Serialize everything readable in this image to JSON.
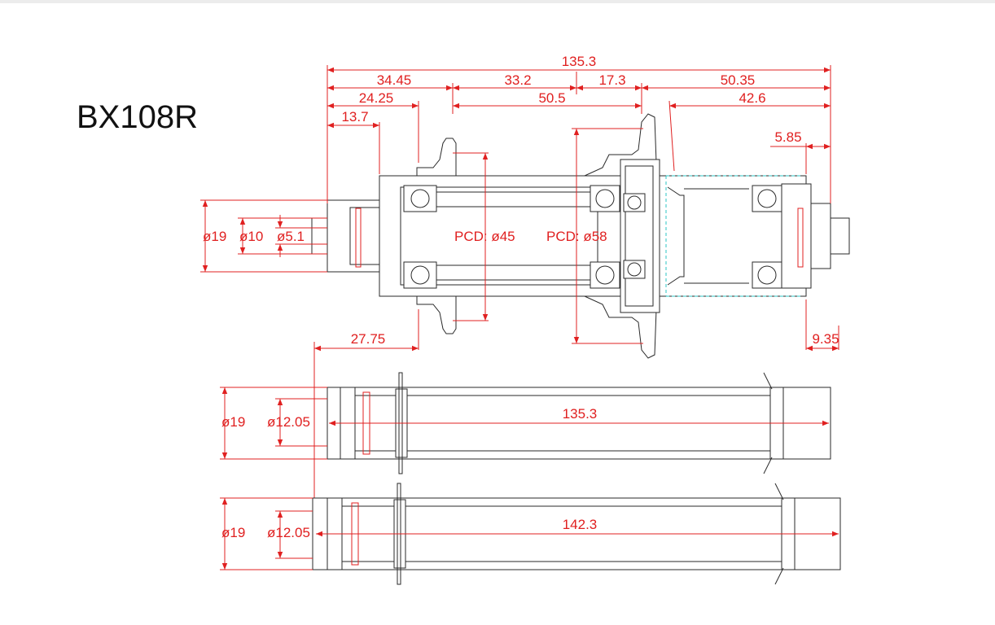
{
  "title": "BX108R",
  "colors": {
    "dimension": "#e02020",
    "outline": "#2a2a2a",
    "highlight": "#2ec4c4"
  },
  "hub": {
    "overall": "135.3",
    "top_row": [
      "34.45",
      "33.2",
      "17.3",
      "50.35"
    ],
    "second_row": [
      "24.25",
      "50.5",
      "42.6"
    ],
    "left_small": "13.7",
    "right_small": "5.85",
    "dia_outer": "ø19",
    "dia_mid": "ø10",
    "dia_inner": "ø5.1",
    "pcd_left": "PCD: ø45",
    "pcd_right": "PCD: ø58",
    "left_bottom": "27.75",
    "right_bottom": "9.35"
  },
  "axle1": {
    "dia_outer": "ø19",
    "dia_inner": "ø12.05",
    "length": "135.3"
  },
  "axle2": {
    "dia_outer": "ø19",
    "dia_inner": "ø12.05",
    "length": "142.3"
  }
}
